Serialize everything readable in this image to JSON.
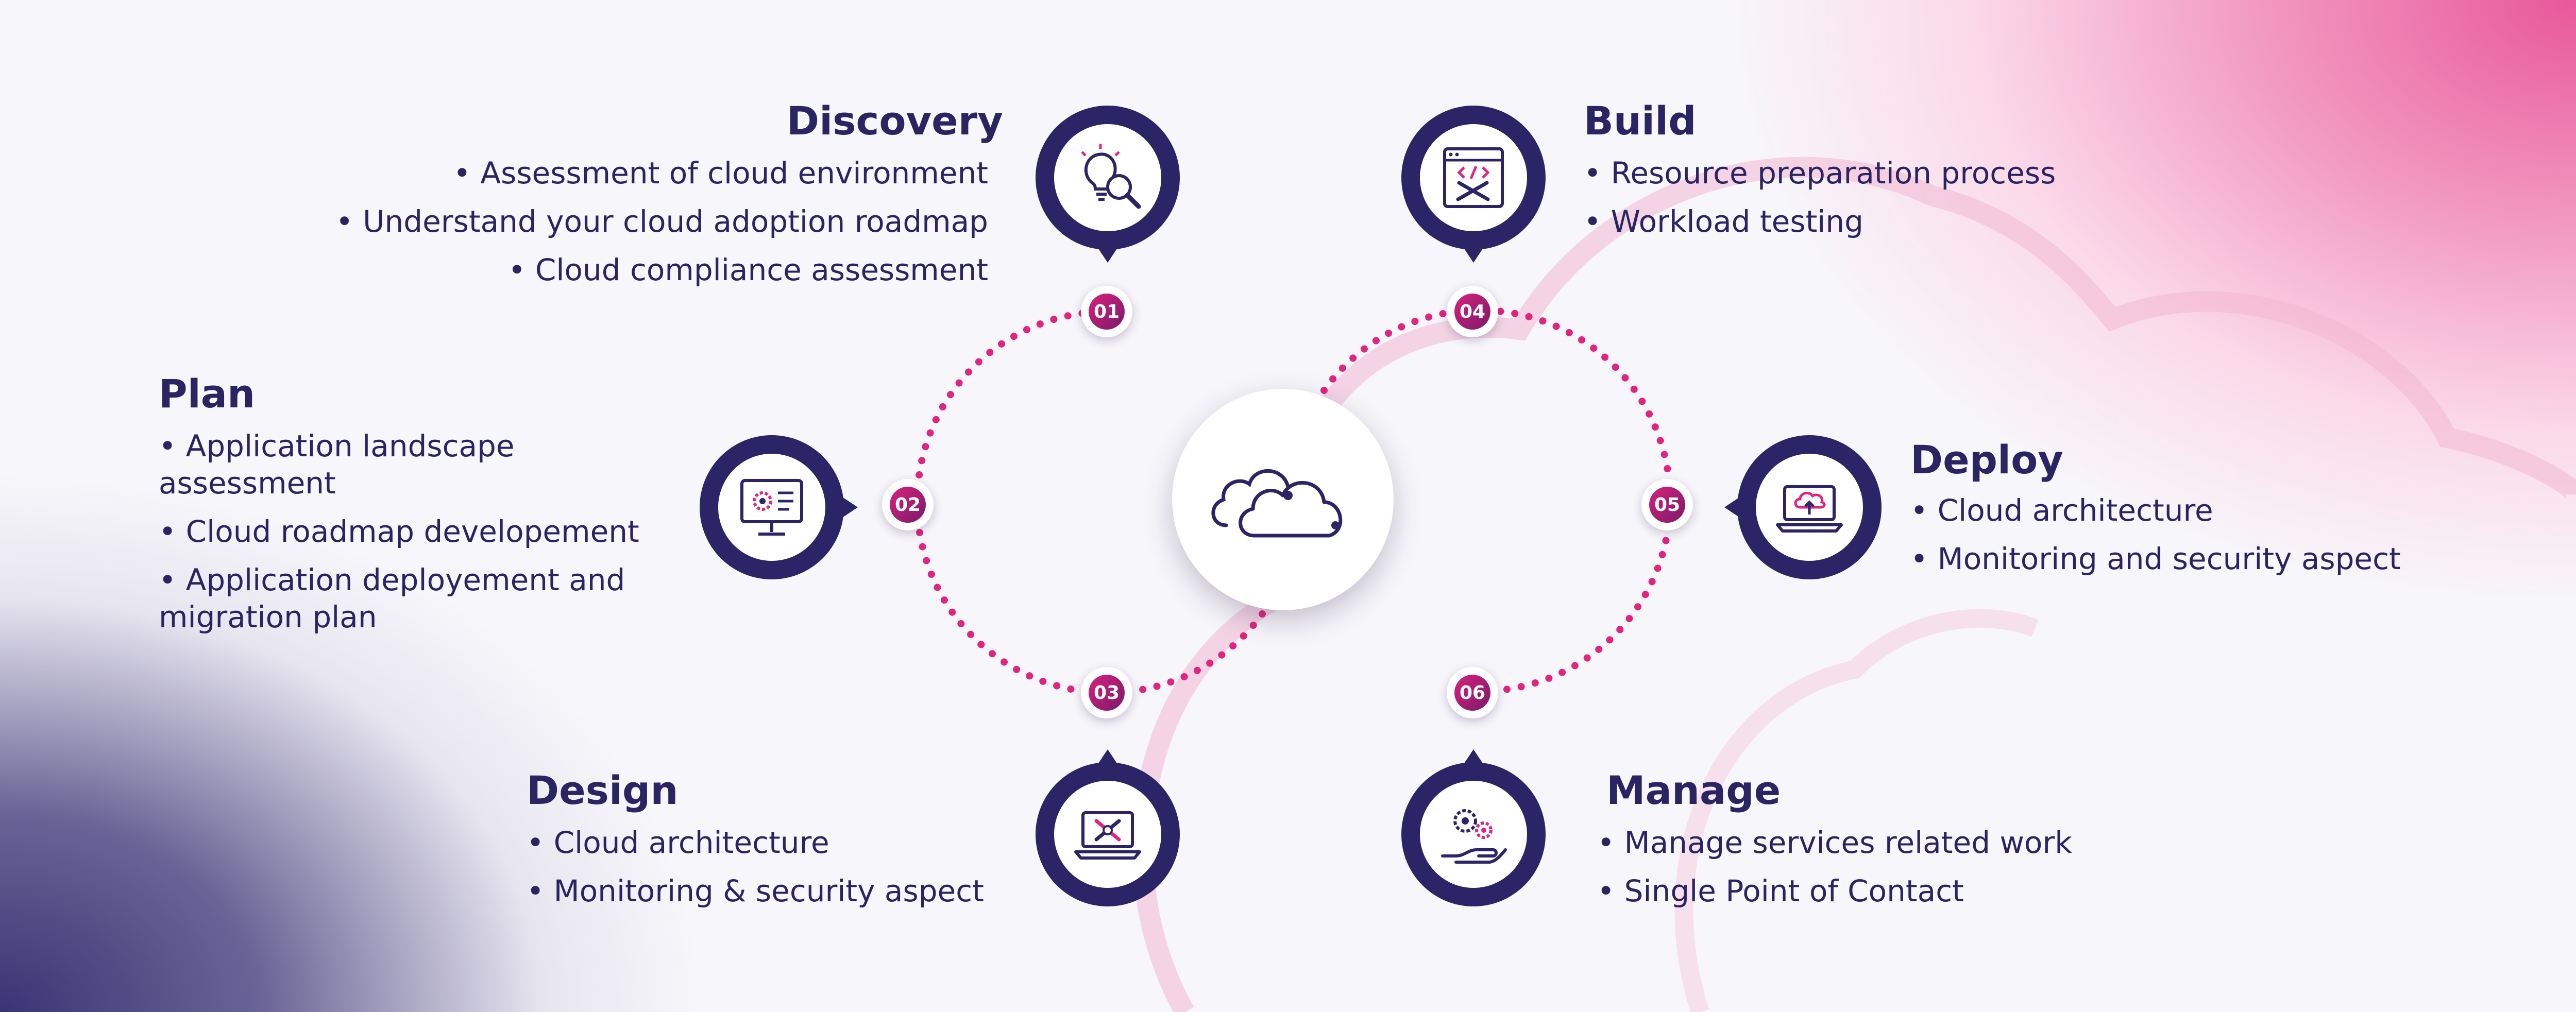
{
  "steps": [
    {
      "num": "01",
      "title": "Discovery",
      "icon": "idea-search-icon",
      "items": [
        "Assessment of cloud environment",
        "Understand your cloud adoption roadmap",
        "Cloud compliance assessment"
      ]
    },
    {
      "num": "02",
      "title": "Plan",
      "icon": "monitor-gear-icon",
      "items": [
        "Application landscape assessment",
        "Cloud roadmap developement",
        "Application deployement and migration plan"
      ]
    },
    {
      "num": "03",
      "title": "Design",
      "icon": "laptop-tools-icon",
      "items": [
        "Cloud architecture",
        "Monitoring & security aspect"
      ]
    },
    {
      "num": "04",
      "title": "Build",
      "icon": "code-window-tools-icon",
      "items": [
        "Resource preparation process",
        "Workload testing"
      ]
    },
    {
      "num": "05",
      "title": "Deploy",
      "icon": "laptop-cloud-upload-icon",
      "items": [
        "Cloud architecture",
        "Monitoring and security aspect"
      ]
    },
    {
      "num": "06",
      "title": "Manage",
      "icon": "hand-gears-icon",
      "items": [
        "Manage services related work",
        "Single Point of Contact"
      ]
    }
  ],
  "hub_icon": "cloud-icon",
  "colors": {
    "navy": "#2b2466",
    "magenta": "#e1247e",
    "pink_bg": "#e8589a",
    "purple_bg": "#3b3475"
  }
}
